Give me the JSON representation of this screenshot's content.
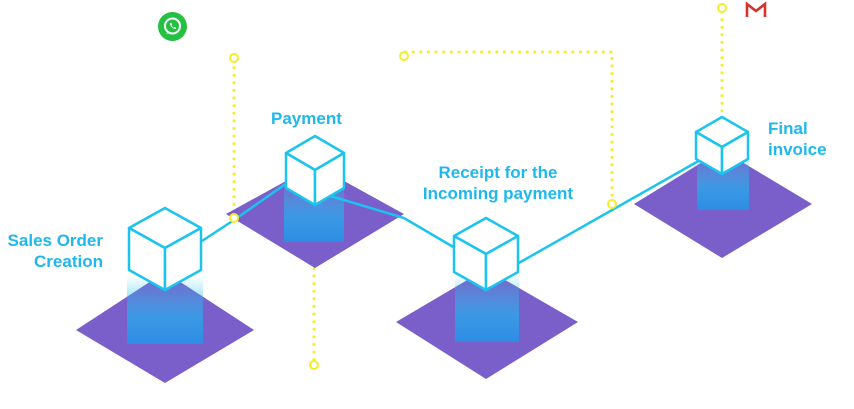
{
  "steps": [
    {
      "id": "sales-order",
      "label_lines": [
        "Sales Order",
        "Creation"
      ]
    },
    {
      "id": "payment",
      "label_lines": [
        "Payment"
      ]
    },
    {
      "id": "receipt",
      "label_lines": [
        "Receipt for the",
        "Incoming payment"
      ]
    },
    {
      "id": "final-invoice",
      "label_lines": [
        "Final",
        "invoice"
      ]
    }
  ],
  "icons": {
    "whatsapp": "whatsapp-icon",
    "gmail": "gmail-icon"
  },
  "colors": {
    "label": "#1fb8ec",
    "cube_stroke": "#1bc4ef",
    "platform": "#7a5ec9",
    "dotted_line": "#f2ee27",
    "whatsapp": "#25c043",
    "gmail": "#d8312a"
  }
}
